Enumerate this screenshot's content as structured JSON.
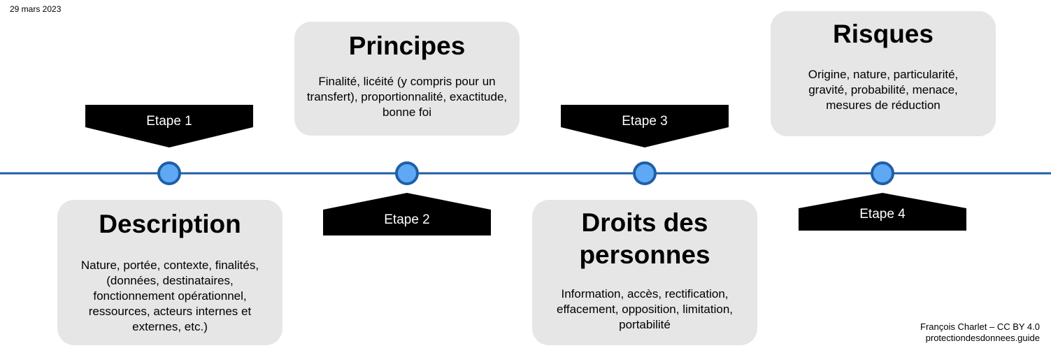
{
  "date": "29 mars 2023",
  "steps": [
    {
      "label": "Etape 1"
    },
    {
      "label": "Etape 2"
    },
    {
      "label": "Etape 3"
    },
    {
      "label": "Etape 4"
    }
  ],
  "cards": {
    "description": {
      "title": "Description",
      "text": "Nature, portée, contexte, finalités, (données, destinataires, fonctionnement opérationnel, ressources, acteurs internes et externes, etc.)"
    },
    "principes": {
      "title": "Principes",
      "text": "Finalité, licéité (y compris pour un transfert), proportionnalité, exactitude, bonne foi"
    },
    "droits": {
      "title": "Droits des personnes",
      "text": "Information, accès, rectification, effacement, opposition, limitation, portabilité"
    },
    "risques": {
      "title": "Risques",
      "text": "Origine, nature, particularité, gravité, probabilité, menace, mesures de réduction"
    }
  },
  "credit": {
    "line1": "François Charlet – CC BY 4.0",
    "line2": "protectiondesdonnees.guide"
  },
  "colors": {
    "line": "#1f5fa6",
    "node_fill": "#5ea8f4",
    "node_stroke": "#1f5fa6",
    "card_bg": "#e6e6e6",
    "step_bg": "#000000"
  }
}
